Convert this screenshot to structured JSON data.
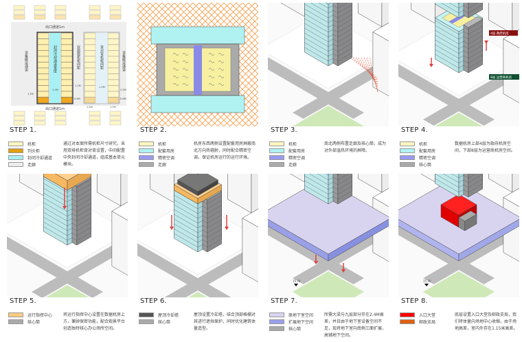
{
  "colors": {
    "cabinet": "#fff6c0",
    "head_cabinet": "#e0a010",
    "cold_aisle": "#a8f0f4",
    "corridor": "#eeeeee",
    "support": "#b0f2f2",
    "ac": "#9a9af0",
    "core": "#aaaaaa",
    "ops": "#ffcc80",
    "cooling": "#555555",
    "orig_base": "#d8d4f0",
    "ext_base": "#9aa0e8",
    "lobby": "#ff0000",
    "post": "#e06010"
  },
  "steps": [
    {
      "label": "STEP 1.",
      "legend": [
        "机柜",
        "列头柜",
        "封闭冷却通道",
        "走廊"
      ],
      "keys": [
        "cabinet",
        "head_cabinet",
        "cold_aisle",
        "corridor"
      ],
      "desc": "通过对本案所需机柜尺寸研究，采用双排机柜背对背设置，中间配置中央封闭冷却通道，组成基本单元模块。",
      "plan": {
        "exit_top": "出口通道1m",
        "exit_bottom": "出口通道1m",
        "cold": "封闭冷却通道宽度",
        "double": "双面面机柜间距",
        "back": "背对背机柜间距",
        "equip_left": "设备搬运通道",
        "equip_right": "设备搬运通道",
        "d1": "1.2M",
        "d2": "1.2M",
        "d3": "1.2M",
        "d4": "1.5M",
        "d5": "1.5M",
        "d6": "0.6M",
        "d7": "0.6M",
        "d8": "1.2M",
        "d9": "1.2M"
      }
    },
    {
      "label": "STEP 2.",
      "legend": [
        "机柜",
        "配套用房",
        "精密空调",
        "走廊"
      ],
      "keys": [
        "cabinet",
        "support",
        "ac",
        "core"
      ],
      "desc": "机房东西两侧设置配套用房屏蔽南北方向热辐射，同时配合精密空调，保证机房运行的运行环境。"
    },
    {
      "label": "STEP 3.",
      "legend": [
        "机柜",
        "配套用房",
        "精密空调",
        "走廊"
      ],
      "keys": [
        "cabinet",
        "support",
        "ac",
        "core"
      ],
      "desc": "南北两侧布置走廊及核心筒，成为对外部温热环境的屏障。"
    },
    {
      "label": "STEP 4.",
      "legend": [
        "机柜",
        "配套用房",
        "精密空调",
        "核心筒"
      ],
      "keys": [
        "cabinet",
        "support",
        "ac",
        "core"
      ],
      "desc": "数据机房上部4层为政府机房空间，下部8层为运营商机房空间。",
      "tags": [
        "4层 政府机房",
        "8层 运营商机房"
      ]
    },
    {
      "label": "STEP 5.",
      "legend": [
        "运行指挥中心",
        "核心筒"
      ],
      "keys": [
        "ops",
        "core"
      ],
      "desc": "将运行指挥中心设置在数据机房上方，兼顾保密功能，配合观景平台创造独特核心办公场所空间。"
    },
    {
      "label": "STEP 6.",
      "legend": [
        "屋顶冷却塔",
        "核心筒"
      ],
      "keys": [
        "cooling",
        "core"
      ],
      "desc": "屋顶设置冷却塔，结合顶部格栅对其进行遮挡保护，同时优化建筑体量造型。"
    },
    {
      "label": "STEP 7.",
      "legend": [
        "原地下室空间",
        "扩展地下空间",
        "核心筒"
      ],
      "keys": [
        "orig_base",
        "ext_base",
        "core"
      ],
      "desc": "所需大梁与九层部分存在2.4M高差，并且由于地下室设备空间不足，现将地下室向南侧三面扩展，高铺地下空间。",
      "elev": "15.70"
    },
    {
      "label": "STEP 8.",
      "legend": [
        "入口大堂",
        "邮政支局"
      ],
      "keys": [
        "lobby",
        "post"
      ],
      "desc": "底层设置入口大堂及邮政支局，我们将体量向场地中心收缩，由于场地高差，室内外存在1.15米高差。",
      "elev": "15.70"
    }
  ]
}
